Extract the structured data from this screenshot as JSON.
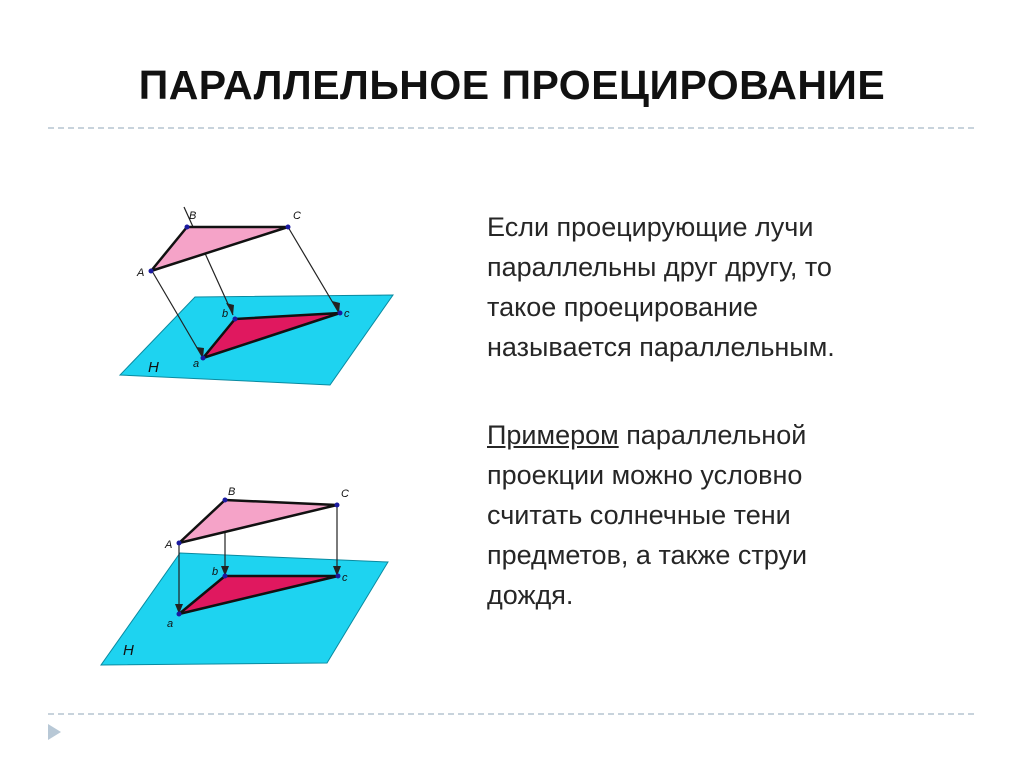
{
  "title": "ПАРАЛЛЕЛЬНОЕ ПРОЕЦИРОВАНИЕ",
  "paragraph1": "Если проецирующие лучи\nпараллельны друг другу, то\nтакое проецирование\nназывается параллельным.",
  "paragraph2": {
    "underlined_word": "Примером",
    "rest": " параллельной\nпроекции можно условно\nсчитать солнечные тени\nпредметов, а также струи\nдождя."
  },
  "figure1": {
    "labels": {
      "A": "A",
      "B": "B",
      "C": "C",
      "a": "a",
      "b": "b",
      "c": "c",
      "H": "H"
    }
  },
  "figure2": {
    "labels": {
      "A": "A",
      "B": "B",
      "C": "C",
      "a": "a",
      "b": "b",
      "c": "c",
      "H": "H"
    }
  },
  "colors": {
    "plane": "#1ed3f0",
    "triangle_top": "#f5a3c8",
    "triangle_projection": "#e0185f",
    "title_text": "#111111",
    "body_text": "#262626",
    "divider": "#c8d3dc",
    "nav_arrow": "#b8c8d6"
  },
  "icons": {
    "nav": "triangle-right-icon"
  }
}
